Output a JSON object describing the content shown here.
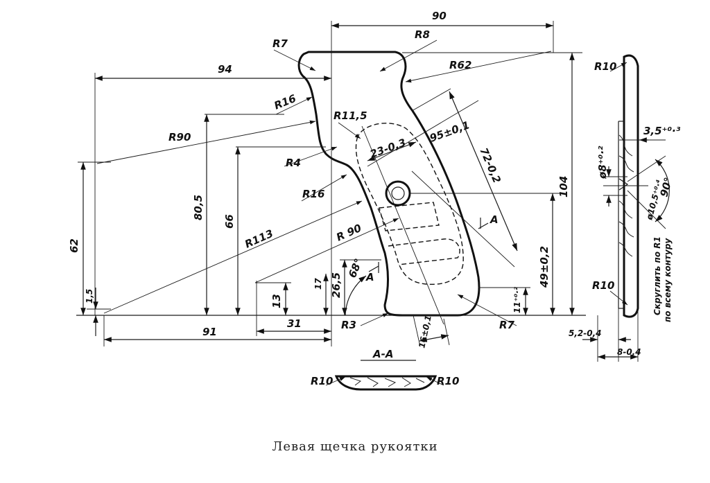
{
  "caption": "Левая щечка рукоятки",
  "section_label": "А-А",
  "section_marker": "А",
  "dimensions": {
    "d90_top": "90",
    "d94": "94",
    "d91": "91",
    "d31": "31",
    "d13": "13",
    "d62": "62",
    "d1_5": "1,5",
    "d80_5": "80,5",
    "d66": "66",
    "d26_5": "26,5",
    "d17": "17",
    "d104": "104",
    "d49": "49±0,2",
    "d11": "11⁺⁰·²",
    "d16": "16±0,1",
    "d72": "72-0,2",
    "d95": "95±0,1",
    "d23": "23-0,3",
    "d3_5": "3,5⁺⁰·³",
    "d8dia": "ø8⁺⁰·²",
    "d10_5": "ø10,5⁺⁰·⁴",
    "d90deg": "90°",
    "d52": "5,2-0,4",
    "d8": "8-0,4",
    "a68": "68°"
  },
  "radii": {
    "r7_top": "R7",
    "r8": "R8",
    "r62": "R62",
    "r16_top": "R16",
    "r90_left": "R90",
    "r11_5": "R11,5",
    "r4": "R4",
    "r16_mid": "R16",
    "r113": "R113",
    "r90_mid": "R 90",
    "r3": "R3",
    "r7_bot": "R7",
    "r10_side_top": "R10",
    "r10_side_bot": "R10",
    "r10_sec_left": "R10",
    "r10_sec_right": "R10"
  },
  "notes": {
    "round_line1": "Скруглить по R1",
    "round_line2": "по всему контуру"
  }
}
